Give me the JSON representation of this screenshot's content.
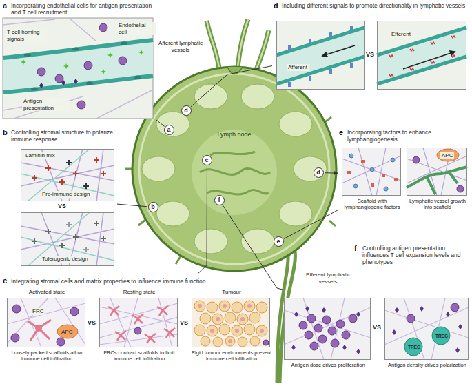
{
  "diagram": {
    "nodes": [
      {
        "text": [
          "a",
          "Incorporating endothelial cells for antigen presentation and T cell recruitment",
          "T cell homing signals",
          "Endothelial cell",
          "Antigen presentation"
        ]
      },
      {
        "text": [
          "d",
          "Including different signals to promote directionality in lymphatic vessels"
        ]
      },
      {
        "text": [
          "Afferent"
        ],
        "in": 1
      },
      {
        "text": [
          "Efferent"
        ],
        "in": 1
      },
      {
        "text": [
          "b",
          "Controlling stromal structure to polarize immune response"
        ]
      },
      {
        "text": [
          "Laminin mix",
          "Pro-immune design"
        ],
        "in": 4
      },
      {
        "text": [
          "Tolerogenic design"
        ],
        "in": 4
      },
      {
        "text": [
          "Lymph node"
        ]
      },
      {
        "text": [
          "a"
        ],
        "in": 7
      },
      {
        "text": [
          "d"
        ],
        "in": 7
      },
      {
        "text": [
          "c"
        ],
        "in": 7
      },
      {
        "text": [
          "b"
        ],
        "in": 7
      },
      {
        "text": [
          "f"
        ],
        "in": 7
      },
      {
        "text": [
          "d"
        ],
        "in": 7
      },
      {
        "text": [
          "e"
        ],
        "in": 7
      },
      {
        "text": [
          "e",
          "Incorporating factors to enhance lymphangiogenesis"
        ]
      },
      {
        "text": [
          "Scaffold with lymphangiogenic factors"
        ],
        "in": 15
      },
      {
        "text": [
          "APC",
          "Lymphatic vessel growth into scaffold"
        ],
        "in": 15
      },
      {
        "text": [
          "c",
          "Integrating stromal cells and matrix properties to influence immune function"
        ]
      },
      {
        "text": [
          "Activated state",
          "FRC",
          "APC",
          "Loosely packed scaffolds allow immune cell infiltration"
        ],
        "in": 18
      },
      {
        "text": [
          "Resting state",
          "FRCs contract scaffolds to limit immune cell infiltration"
        ],
        "in": 18
      },
      {
        "text": [
          "Tumour",
          "Rigid tumour environments prevent immune cell infiltration"
        ],
        "in": 18
      },
      {
        "text": [
          "f",
          "Controlling antigen presentation influences T cell expansion levels and phenotypes"
        ]
      },
      {
        "text": [
          "Antigen dose drives proliferation"
        ],
        "in": 22
      },
      {
        "text": [
          "TREG",
          "TREG",
          "Antigen density drives polarization"
        ],
        "in": 22
      }
    ],
    "edges": [
      {
        "from": 8,
        "to": 0,
        "arrow": "none"
      },
      {
        "from": 9,
        "to": 1,
        "arrow": "none"
      },
      {
        "from": 11,
        "to": 4,
        "arrow": "none"
      },
      {
        "from": 10,
        "to": 18,
        "arrow": "none"
      },
      {
        "from": 12,
        "to": 22,
        "arrow": "none"
      },
      {
        "from": 13,
        "to": 15,
        "arrow": "to"
      },
      {
        "from": 14,
        "to": 15,
        "arrow": "none"
      }
    ],
    "labels": [
      "VS",
      "Afferent lymphatic vessels",
      "VS",
      "VS",
      "VS",
      "Efferent lymphatic vessels",
      "VS"
    ]
  }
}
